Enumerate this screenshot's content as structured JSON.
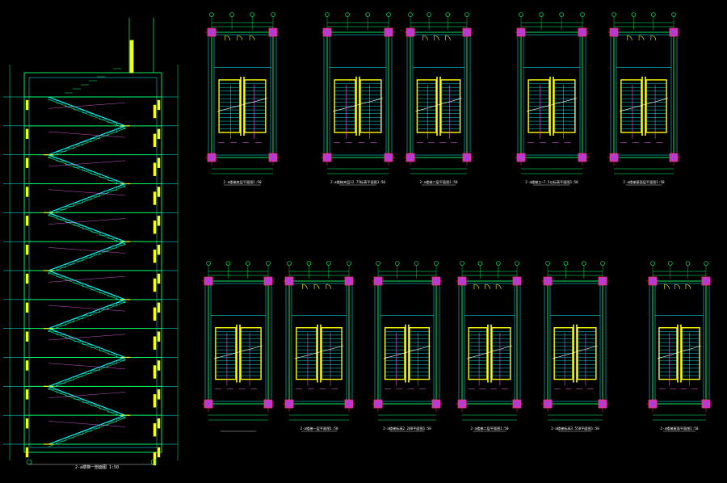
{
  "colors": {
    "background": "#000000",
    "wall": "#00ff66",
    "grid": "#00ffff",
    "stair": "#ffff00",
    "axis": "#ff3355",
    "dim": "#ffffff",
    "note": "#ff66ff",
    "column": "#cc33cc",
    "accent": "#3366ff"
  },
  "section": {
    "title": "2-a楼梯一剖面图 1:50"
  },
  "plans_top": [
    {
      "title": "2-a楼梯底层平面图1:50"
    },
    {
      "title": "2-a楼梯夹层12.75标高平面图1:50"
    },
    {
      "title": "2-a楼梯二层平面图1:50"
    },
    {
      "title": "2-a楼梯三~7.5以标高平面图1:50"
    },
    {
      "title": "2-a楼梯屋面层平面图1:50"
    }
  ],
  "plans_bottom": [
    {
      "title": ""
    },
    {
      "title": "2-a楼梯一层平面图1:50"
    },
    {
      "title": "2-a楼梯标高2.200平面图1:50"
    },
    {
      "title": "2-a楼梯二层平面图1:50"
    },
    {
      "title": "2-a楼梯标高3.550平面图1:50"
    },
    {
      "title": "2-a楼梯屋面平面图1:50"
    }
  ]
}
